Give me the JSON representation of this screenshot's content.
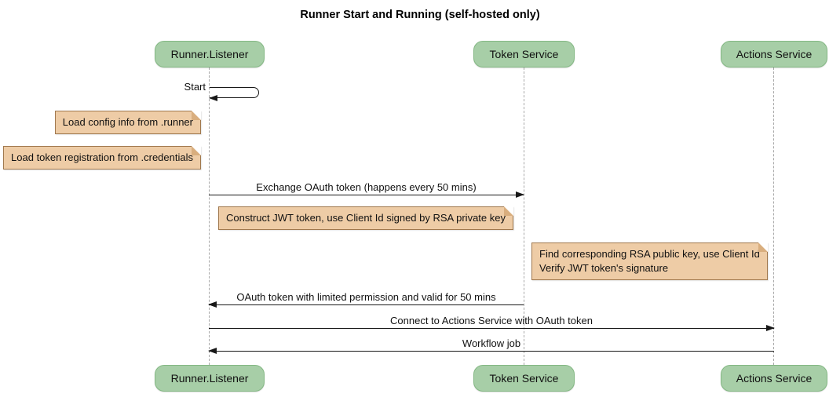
{
  "title": "Runner Start and Running (self-hosted only)",
  "participants": [
    {
      "name": "Runner.Listener"
    },
    {
      "name": "Token Service"
    },
    {
      "name": "Actions Service"
    }
  ],
  "messages": [
    {
      "from": "Runner.Listener",
      "to": "Runner.Listener",
      "kind": "self",
      "label": "Start"
    },
    {
      "from": "Runner.Listener",
      "to": "Token Service",
      "kind": "arrow-right",
      "label": "Exchange OAuth token (happens every 50 mins)"
    },
    {
      "from": "Token Service",
      "to": "Runner.Listener",
      "kind": "arrow-left",
      "label": "OAuth token with limited permission and valid for 50 mins"
    },
    {
      "from": "Runner.Listener",
      "to": "Actions Service",
      "kind": "arrow-right",
      "label": "Connect to Actions Service with OAuth token"
    },
    {
      "from": "Actions Service",
      "to": "Runner.Listener",
      "kind": "arrow-left",
      "label": "Workflow job"
    }
  ],
  "notes": [
    {
      "position": "left of Runner.Listener",
      "lines": [
        "Load config info from .runner"
      ]
    },
    {
      "position": "left of Runner.Listener",
      "lines": [
        "Load token registration from .credentials"
      ]
    },
    {
      "position": "over Runner.Listener and Token Service",
      "lines": [
        "Construct JWT token, use Client Id signed by RSA private key"
      ]
    },
    {
      "position": "left of Actions Service",
      "lines": [
        "Find corresponding RSA public key, use Client Id",
        "Verify JWT token's signature"
      ]
    }
  ],
  "colors": {
    "participant_fill": "#A7CEA7",
    "participant_border": "#84B884",
    "note_fill": "#EECCA6",
    "note_border": "#A0784E",
    "arrow": "#181818",
    "lifeline": "#A8A8A8",
    "background": "#FFFFFF"
  }
}
